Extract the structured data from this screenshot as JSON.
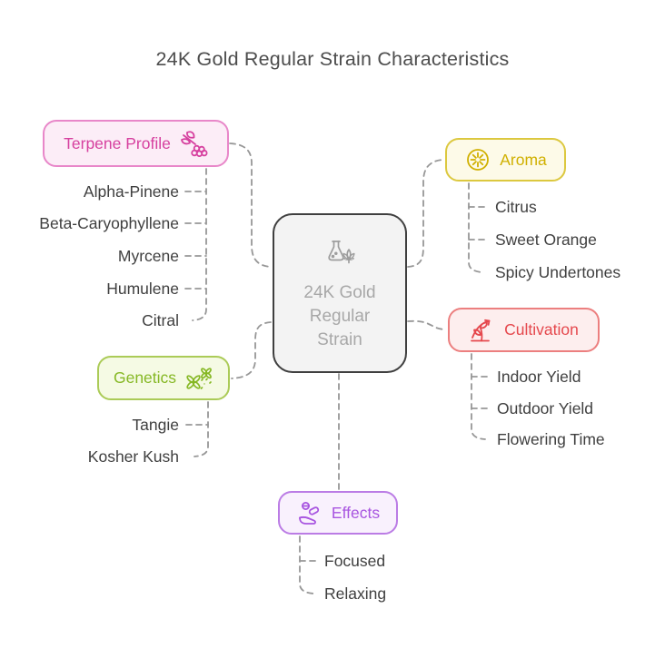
{
  "title": "24K Gold Regular Strain Characteristics",
  "center": {
    "lines": [
      "24K Gold",
      "Regular",
      "Strain"
    ],
    "icon": "flask-cannabis-icon",
    "border_color": "#3f3f3f",
    "bg_color": "#f3f3f3",
    "text_color": "#a8a8a8"
  },
  "connector_color": "#979797",
  "item_text_color": "#3f3f3f",
  "branches": [
    {
      "id": "terpene-profile",
      "label": "Terpene Profile",
      "icon": "hops-berries-icon",
      "accent": "#d6409f",
      "border": "#e887c9",
      "bg": "#fcedf7",
      "items": [
        "Alpha-Pinene",
        "Beta-Caryophyllene",
        "Myrcene",
        "Humulene",
        "Citral"
      ]
    },
    {
      "id": "aroma",
      "label": "Aroma",
      "icon": "citrus-slice-icon",
      "accent": "#d0b000",
      "border": "#dcc83f",
      "bg": "#fdfae8",
      "items": [
        "Citrus",
        "Sweet Orange",
        "Spicy Undertones"
      ]
    },
    {
      "id": "genetics",
      "label": "Genetics",
      "icon": "chromosomes-icon",
      "accent": "#86b825",
      "border": "#abcb57",
      "bg": "#f5fae4",
      "items": [
        "Tangie",
        "Kosher Kush"
      ]
    },
    {
      "id": "cultivation",
      "label": "Cultivation",
      "icon": "plant-growth-icon",
      "accent": "#e5484d",
      "border": "#ec7f7f",
      "bg": "#fdeeee",
      "items": [
        "Indoor Yield",
        "Outdoor Yield",
        "Flowering Time"
      ]
    },
    {
      "id": "effects",
      "label": "Effects",
      "icon": "hand-pills-icon",
      "accent": "#a855e0",
      "border": "#bb7ce5",
      "bg": "#f9f1fd",
      "items": [
        "Focused",
        "Relaxing"
      ]
    }
  ]
}
